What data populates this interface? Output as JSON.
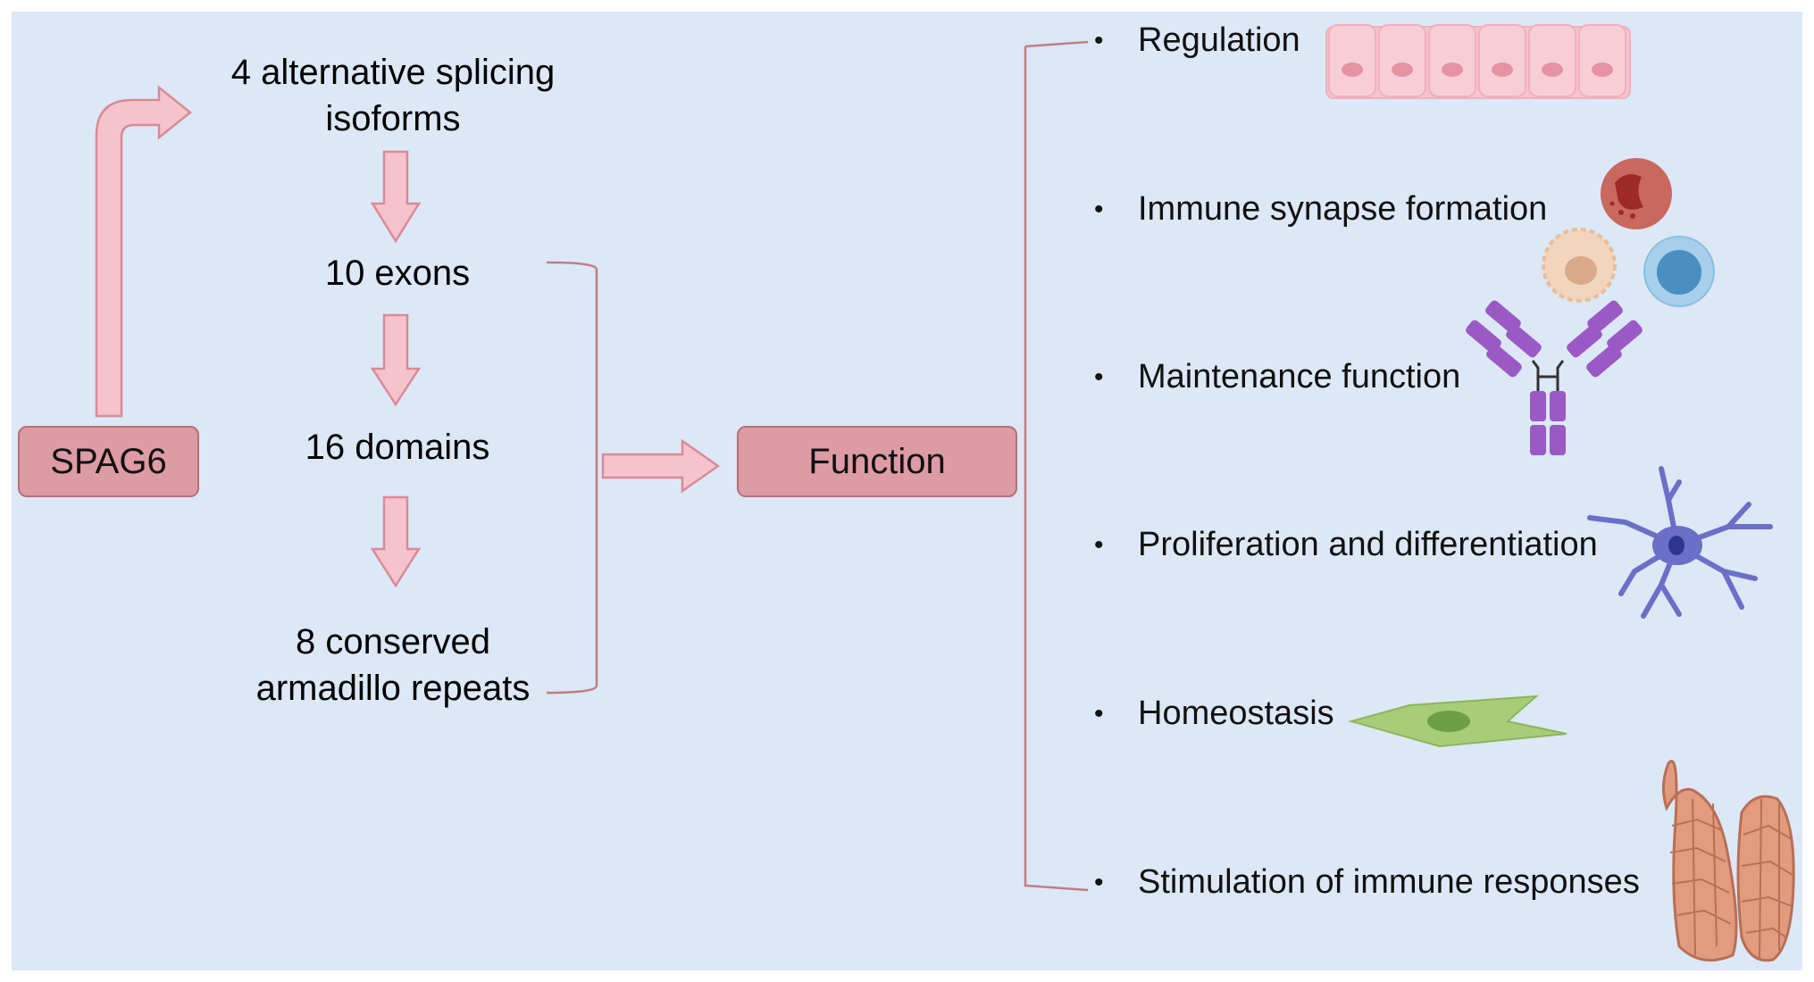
{
  "source_node": {
    "label": "SPAG6"
  },
  "structure_steps": [
    {
      "text": "4 alternative splicing isoforms"
    },
    {
      "text": "10 exons"
    },
    {
      "text": "16 domains"
    },
    {
      "text": "8 conserved armadillo repeats"
    }
  ],
  "function_node": {
    "label": "Function"
  },
  "functions": [
    {
      "label": "Regulation",
      "icon": "epithelial-cells-icon"
    },
    {
      "label": "Immune synapse formation",
      "icon": "immune-cells-icon"
    },
    {
      "label": "Maintenance function",
      "icon": "antibody-icon"
    },
    {
      "label": "Proliferation and differentiation",
      "icon": "neuron-icon"
    },
    {
      "label": "Homeostasis",
      "icon": "smooth-muscle-cell-icon"
    },
    {
      "label": "Stimulation of immune responses",
      "icon": "thymus-tissue-icon"
    }
  ],
  "bullet_symbol": "•",
  "colors": {
    "background": "#dce8f6",
    "node_fill": "#dd9ba4",
    "arrow_fill": "#f6c3cc",
    "arrow_stroke": "#d98a97",
    "bracket": "#c27d87"
  }
}
